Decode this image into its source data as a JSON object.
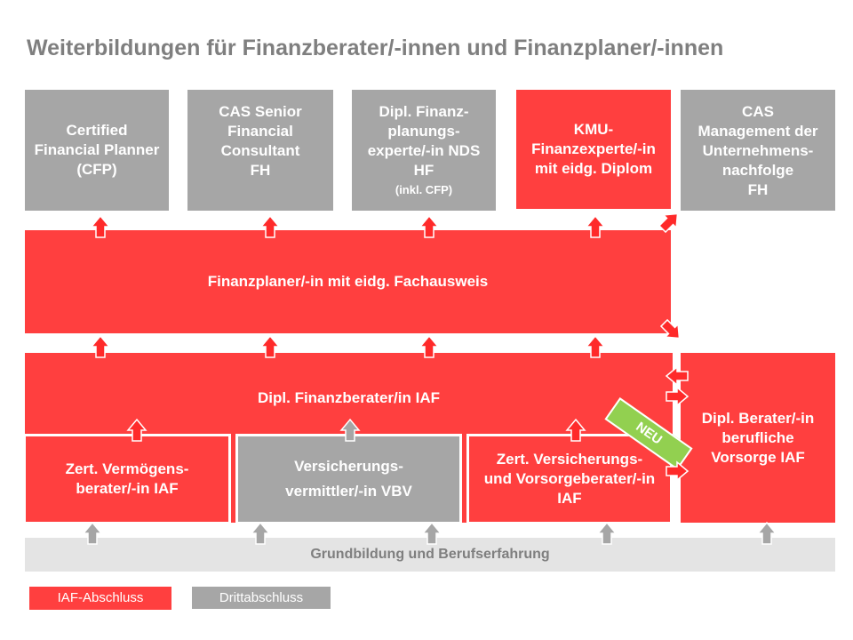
{
  "title": "Weiterbildungen für Finanzberater/-innen und Finanzplaner/-innen",
  "top_boxes": [
    {
      "lines": [
        "Certified",
        "Financial Planner",
        "(CFP)"
      ]
    },
    {
      "lines": [
        "CAS Senior",
        "Financial",
        "Consultant",
        "FH"
      ]
    },
    {
      "lines": [
        "Dipl. Finanz-",
        "planungs-",
        "experte/-in  NDS",
        "HF"
      ],
      "note": "(inkl. CFP)"
    },
    {
      "lines": [
        "KMU-",
        "Finanzexperte/-in",
        "mit eidg. Diplom"
      ]
    },
    {
      "lines": [
        "CAS",
        "Management der",
        "Unternehmens-",
        "nachfolge",
        "FH"
      ]
    }
  ],
  "finanzplaner": "Finanzplaner/-in mit eidg. Fachausweis",
  "finanzberater": "Dipl. Finanzberater/in IAF",
  "sub_boxes": [
    {
      "lines": [
        "Zert. Vermögens-",
        "berater/-in IAF"
      ]
    },
    {
      "lines": [
        "Versicherungs-",
        "vermittler/-in VBV"
      ]
    },
    {
      "lines": [
        "Zert. Versicherungs-",
        "und Vorsorgeberater/-in",
        "IAF"
      ]
    }
  ],
  "berater_vorsorge": [
    "Dipl. Berater/-in",
    "berufliche",
    "Vorsorge IAF"
  ],
  "badge": "NEU",
  "base": "Grundbildung und Berufserfahrung",
  "legend": {
    "iaf": "IAF-Abschluss",
    "third": "Drittabschluss"
  },
  "colors": {
    "red": "#ff3f3f",
    "gray": "#a6a6a6",
    "green": "#92d050",
    "light": "#e4e4e4"
  }
}
